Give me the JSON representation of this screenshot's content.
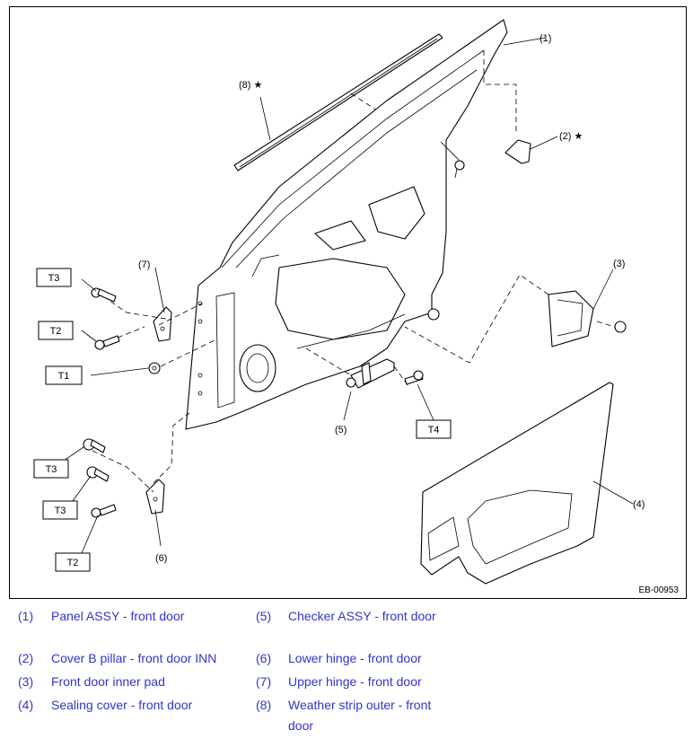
{
  "figure": {
    "code": "EB-00953",
    "callouts": {
      "c1": "(1)",
      "c2": "(2) ★",
      "c3": "(3)",
      "c4": "(4)",
      "c5": "(5)",
      "c6": "(6)",
      "c7": "(7)",
      "c8": "(8) ★"
    },
    "torque_labels": [
      "T3",
      "T2",
      "T1",
      "T3",
      "T3",
      "T2",
      "T4"
    ]
  },
  "legend": [
    {
      "num": "(1)",
      "text": "Panel ASSY - front door"
    },
    {
      "num": "(2)",
      "text": "Cover B pillar - front door INN"
    },
    {
      "num": "(3)",
      "text": "Front door inner pad"
    },
    {
      "num": "(4)",
      "text": "Sealing cover - front door"
    },
    {
      "num": "(5)",
      "text": "Checker ASSY - front door"
    },
    {
      "num": "(6)",
      "text": "Lower hinge - front door"
    },
    {
      "num": "(7)",
      "text": "Upper hinge - front door"
    },
    {
      "num": "(8)",
      "text": "Weather strip outer - front door"
    }
  ]
}
